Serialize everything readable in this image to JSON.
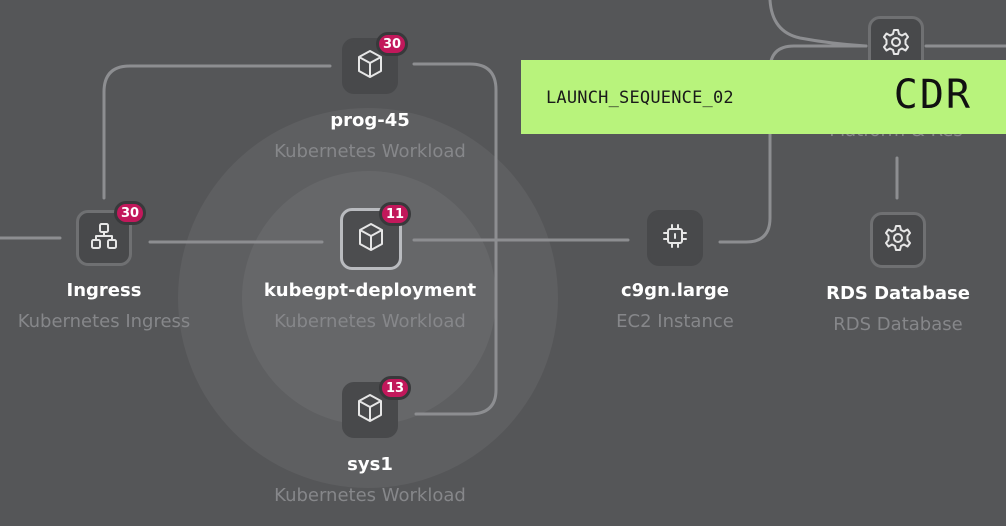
{
  "colors": {
    "background": "#555658",
    "edge": "#8d8e91",
    "badge": "#c2185b",
    "banner": "#b8f37c",
    "sublabel": "#86878a"
  },
  "banner": {
    "sequence": "LAUNCH_SEQUENCE_02",
    "tag": "CDR"
  },
  "nodes": {
    "ingress": {
      "icon": "hierarchy-icon",
      "label": "Ingress",
      "sublabel": "Kubernetes Ingress",
      "badge": "30"
    },
    "prog45": {
      "icon": "cube-icon",
      "label": "prog-45",
      "sublabel": "Kubernetes Workload",
      "badge": "30"
    },
    "kubegpt": {
      "icon": "cube-icon",
      "label": "kubegpt-deployment",
      "sublabel": "Kubernetes Workload",
      "badge": "11"
    },
    "sys1": {
      "icon": "cube-icon",
      "label": "sys1",
      "sublabel": "Kubernetes Workload",
      "badge": "13"
    },
    "c9gn": {
      "icon": "chip-icon",
      "label": "c9gn.large",
      "sublabel": "EC2 Instance"
    },
    "rds": {
      "icon": "gear-icon",
      "label": "RDS Database",
      "sublabel": "RDS Database"
    },
    "platform": {
      "icon": "gear-icon",
      "label": "",
      "sublabel": "Platform & Res"
    }
  }
}
